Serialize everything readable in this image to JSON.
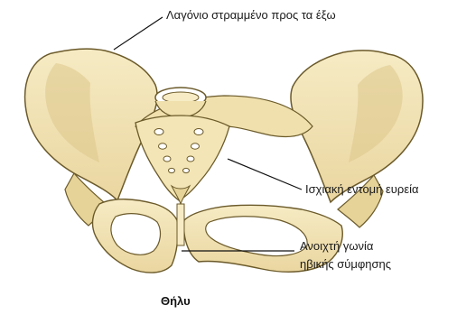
{
  "labels": {
    "ilium_flared": "Λαγόνιο στραμμένο προς τα έξω",
    "sciatic_notch_wide": "Ισχιακή εντομή ευρεία",
    "pubic_angle_line1": "Ανοιχτή γωνία",
    "pubic_angle_line2": "ηβικής σύμφησης"
  },
  "caption": "Θήλυ",
  "colors": {
    "bone_fill": "#f3e5b5",
    "bone_shade": "#dcc68a",
    "bone_outline": "#6b5a2a",
    "leader_line": "#111111"
  }
}
